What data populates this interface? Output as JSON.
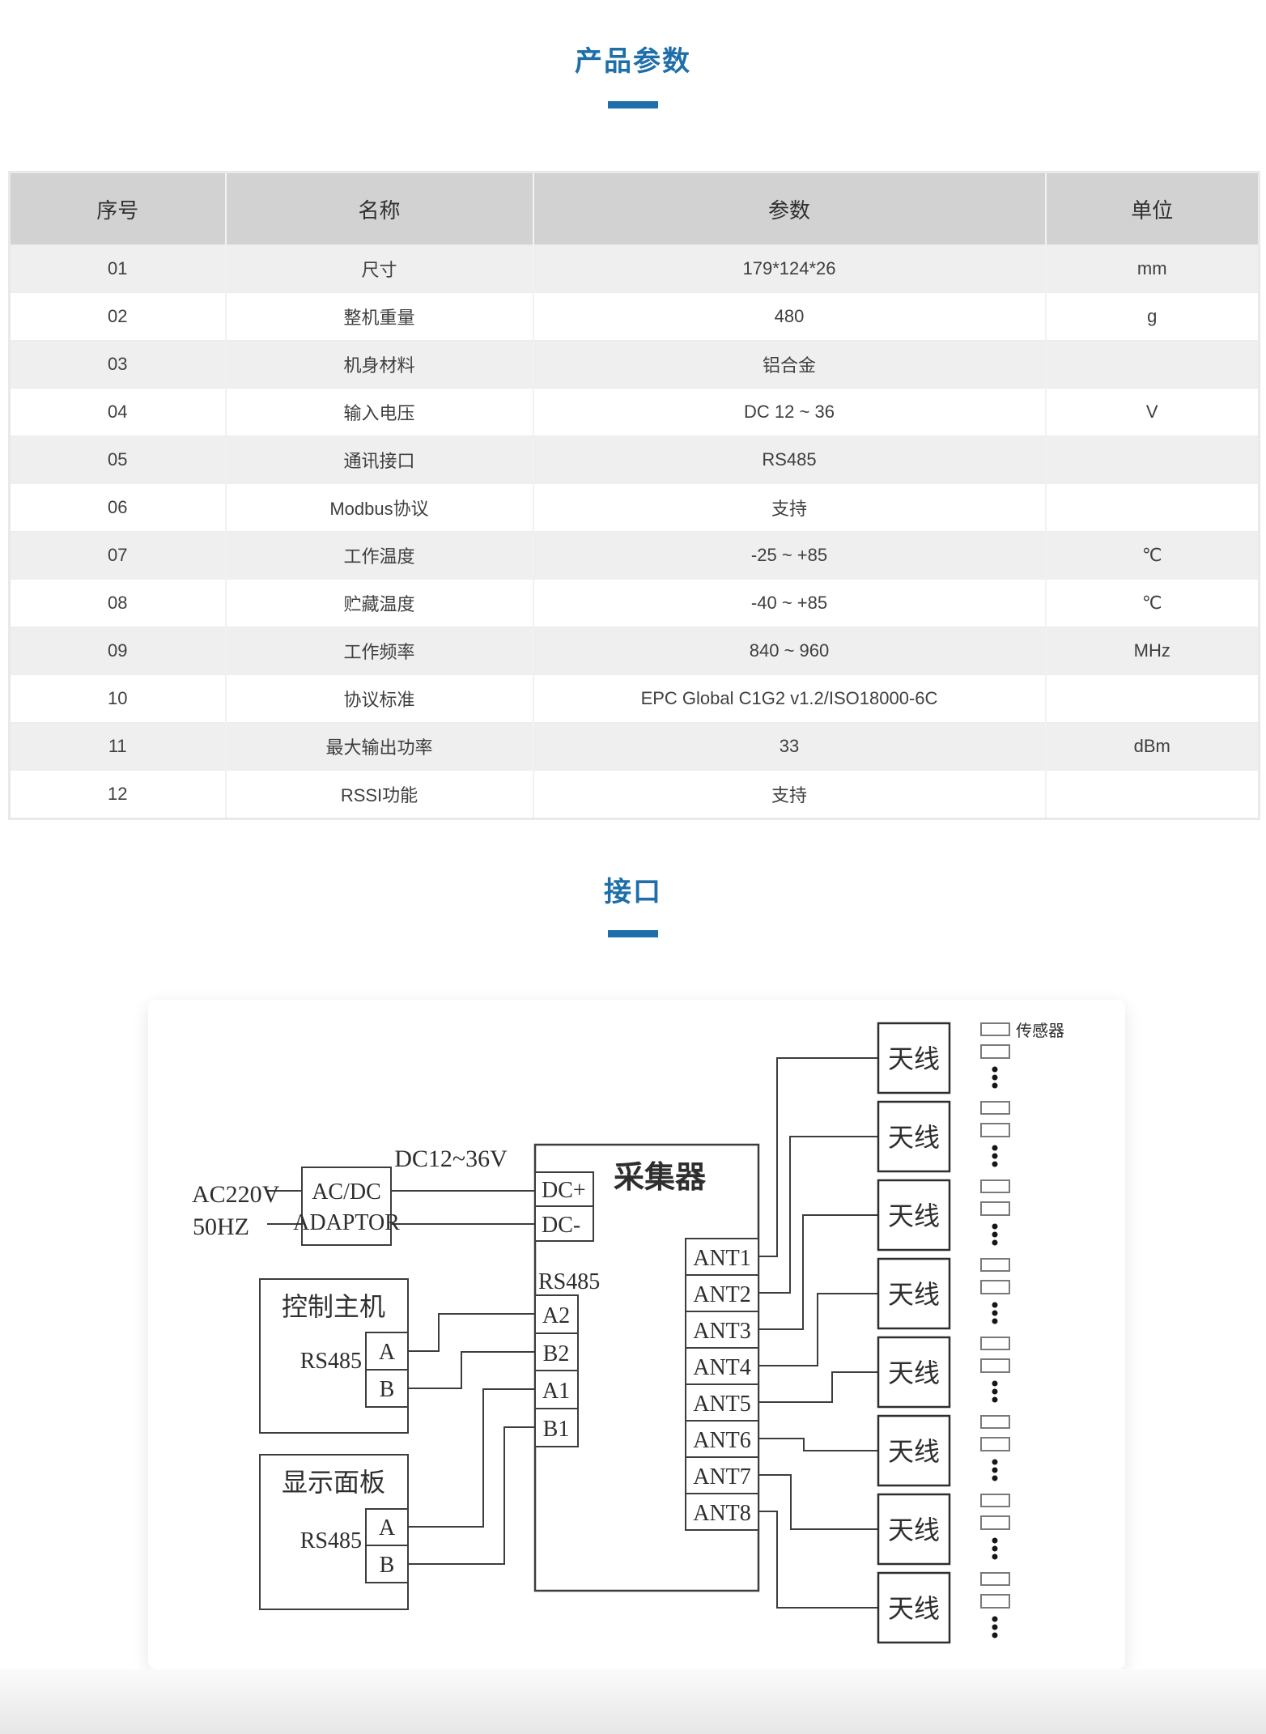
{
  "page": {
    "accent_color": "#1e6fa9",
    "section1_title": "产品参数",
    "section2_title": "接口"
  },
  "table": {
    "headers": [
      "序号",
      "名称",
      "参数",
      "单位"
    ],
    "rows": [
      {
        "no": "01",
        "name": "尺寸",
        "param": "179*124*26",
        "unit": "mm"
      },
      {
        "no": "02",
        "name": "整机重量",
        "param": "480",
        "unit": "g"
      },
      {
        "no": "03",
        "name": "机身材料",
        "param": "铝合金",
        "unit": ""
      },
      {
        "no": "04",
        "name": "输入电压",
        "param": "DC 12 ~ 36",
        "unit": "V"
      },
      {
        "no": "05",
        "name": "通讯接口",
        "param": "RS485",
        "unit": ""
      },
      {
        "no": "06",
        "name": "Modbus协议",
        "param": "支持",
        "unit": ""
      },
      {
        "no": "07",
        "name": "工作温度",
        "param": "-25 ~ +85",
        "unit": "℃"
      },
      {
        "no": "08",
        "name": "贮藏温度",
        "param": "-40 ~ +85",
        "unit": "℃"
      },
      {
        "no": "09",
        "name": "工作频率",
        "param": "840 ~ 960",
        "unit": "MHz"
      },
      {
        "no": "10",
        "name": "协议标准",
        "param": "EPC Global C1G2 v1.2/ISO18000-6C",
        "unit": ""
      },
      {
        "no": "11",
        "name": "最大输出功率",
        "param": "33",
        "unit": "dBm"
      },
      {
        "no": "12",
        "name": "RSSI功能",
        "param": "支持",
        "unit": ""
      }
    ]
  },
  "diagram": {
    "power_line1": "AC220V",
    "power_line2": "50HZ",
    "adaptor_line1": "AC/DC",
    "adaptor_line2": "ADAPTOR",
    "dc_label": "DC12~36V",
    "collector_label": "采集器",
    "dc_plus": "DC+",
    "dc_minus": "DC-",
    "rs485": "RS485",
    "port_a2": "A2",
    "port_b2": "B2",
    "port_a1": "A1",
    "port_b1": "B1",
    "port_a": "A",
    "port_b": "B",
    "control_host_label": "控制主机",
    "display_panel_label": "显示面板",
    "ant_ports": [
      "ANT1",
      "ANT2",
      "ANT3",
      "ANT4",
      "ANT5",
      "ANT6",
      "ANT7",
      "ANT8"
    ],
    "antenna_label": "天线",
    "sensor_label": "传感器"
  }
}
